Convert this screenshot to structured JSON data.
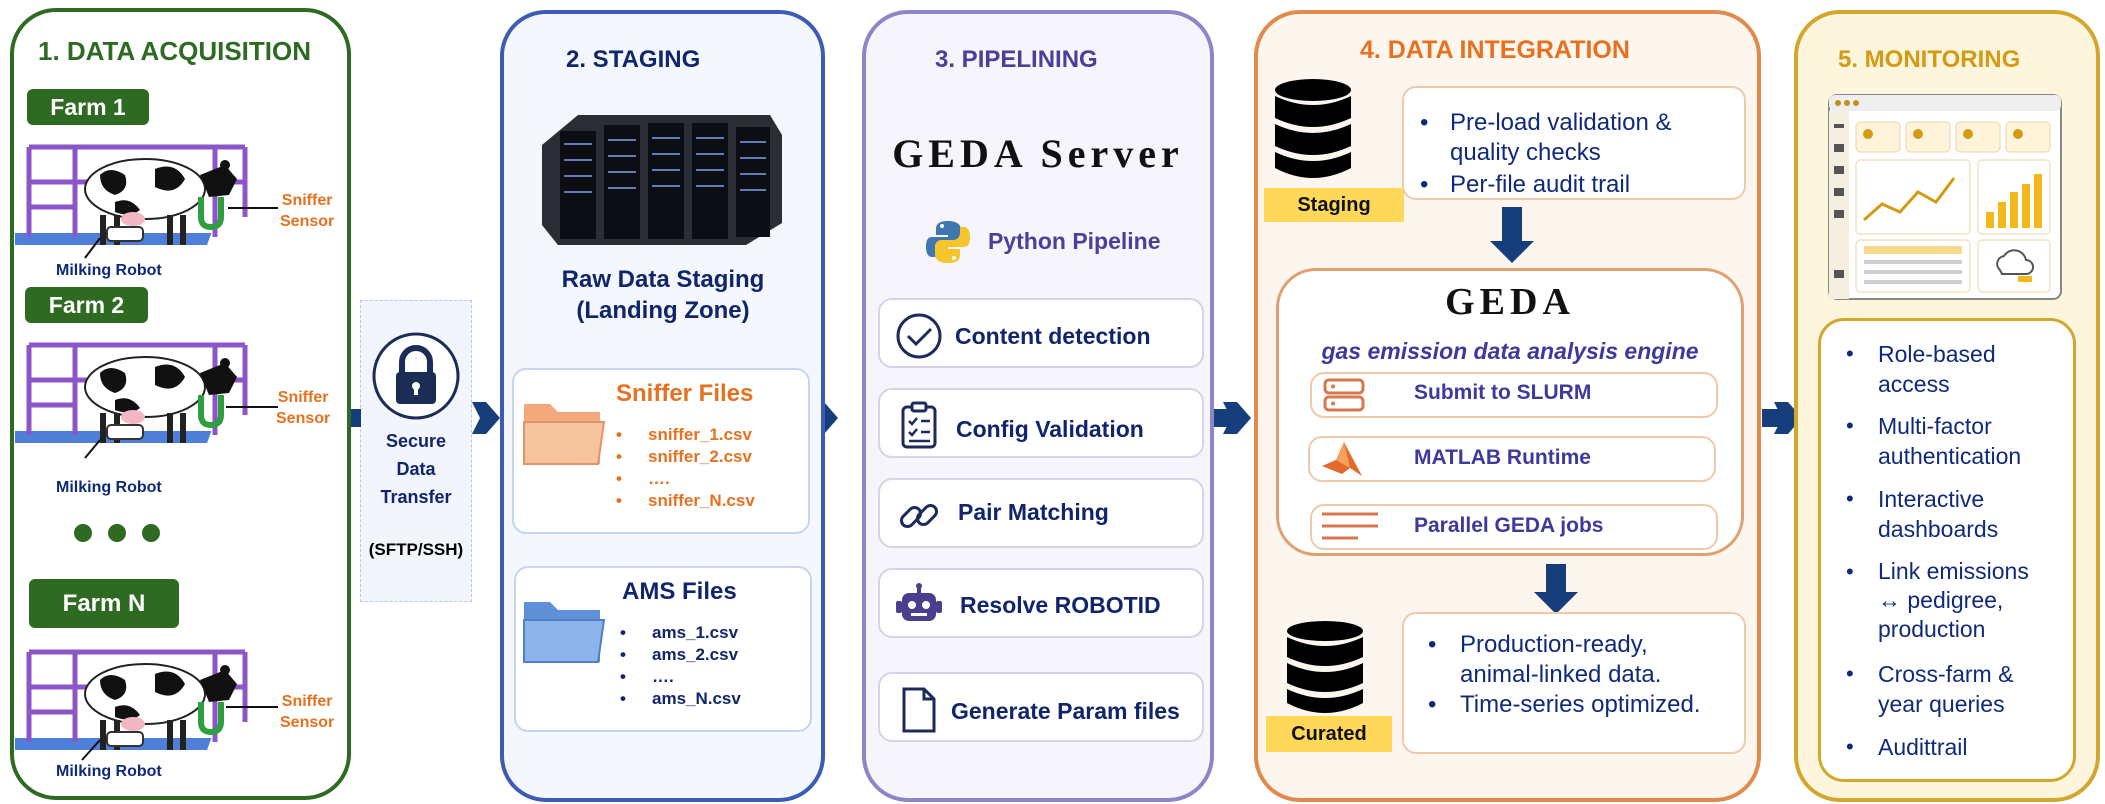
{
  "colors": {
    "acq_border": "#2f6a23",
    "staging_border": "#3b5bb5",
    "pipe_border": "#8b86c7",
    "integ_border": "#e08a4c",
    "mon_border": "#d3a72e",
    "arrow_navy": "#163e7a",
    "label_yellow": "#ffd85a"
  },
  "acquisition": {
    "title": "1. DATA ACQUISITION",
    "farms": [
      {
        "label": "Farm 1",
        "sensor": "Sniffer\nSensor",
        "robot": "Milking Robot"
      },
      {
        "label": "Farm 2",
        "sensor": "Sniffer\nSensor",
        "robot": "Milking Robot"
      },
      {
        "label": "Farm N",
        "sensor": "Sniffer\nSensor",
        "robot": "Milking Robot"
      }
    ]
  },
  "transfer": {
    "icon": "lock-icon",
    "label": "Secure\nData\nTransfer",
    "protocol": "(SFTP/SSH)"
  },
  "staging": {
    "title": "2. STAGING",
    "icon": "server-rack-icon",
    "subtitle": "Raw Data Staging\n(Landing Zone)",
    "sniffer_files": {
      "title": "Sniffer Files",
      "files": [
        "sniffer_1.csv",
        "sniffer_2.csv",
        "….",
        "sniffer_N.csv"
      ]
    },
    "ams_files": {
      "title": "AMS Files",
      "files": [
        "ams_1.csv",
        "ams_2.csv",
        "….",
        "ams_N.csv"
      ]
    }
  },
  "pipelining": {
    "title": "3. PIPELINING",
    "server": "GEDA Server",
    "python": "Python Pipeline",
    "steps": [
      {
        "label": "Content detection",
        "icon": "check-circle-icon"
      },
      {
        "label": "Config Validation",
        "icon": "clipboard-checklist-icon"
      },
      {
        "label": "Pair Matching",
        "icon": "link-icon"
      },
      {
        "label": "Resolve ROBOTID",
        "icon": "robot-icon"
      },
      {
        "label": "Generate Param files",
        "icon": "document-icon"
      }
    ]
  },
  "integration": {
    "title": "4. DATA INTEGRATION",
    "staging_label": "Staging",
    "staging_bullets": [
      "Pre-load validation &\nquality checks",
      "Per-file audit trail"
    ],
    "engine_title": "GEDA",
    "engine_subtitle": "gas emission data analysis engine",
    "engine_items": [
      "Submit to SLURM",
      "MATLAB Runtime",
      "Parallel GEDA jobs"
    ],
    "curated_label": "Curated",
    "curated_bullets": [
      "Production-ready,\nanimal-linked data.",
      "Time-series optimized."
    ]
  },
  "monitoring": {
    "title": "5. MONITORING",
    "icon": "dashboard-screen-icon",
    "items": [
      "Role-based\naccess",
      "Multi-factor\nauthentication",
      "Interactive\ndashboards",
      "Link emissions\n↔ pedigree,\nproduction",
      "Cross-farm &\nyear queries",
      "Audittrail"
    ]
  }
}
